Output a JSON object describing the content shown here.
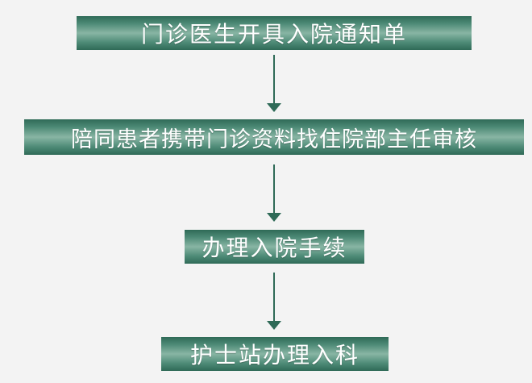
{
  "flow": {
    "steps": [
      {
        "label": "门诊医生开具入院通知单"
      },
      {
        "label": "陪同患者携带门诊资料找住院部主任审核"
      },
      {
        "label": "办理入院手续"
      },
      {
        "label": "护士站办理入科"
      }
    ]
  },
  "colors": {
    "box_dark": "#2f6a57",
    "box_light": "#88b5a4",
    "arrow": "#2e6a57",
    "text": "#ffffff",
    "background": "#f3f3f3"
  }
}
